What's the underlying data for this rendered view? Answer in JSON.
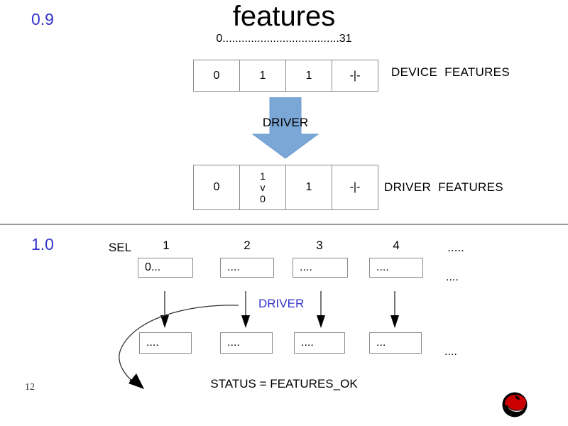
{
  "slide": {
    "title": "features",
    "page_number": "12",
    "logo_name": "red-hat-shadowman-logo"
  },
  "colors": {
    "version_blue": "#3333cc",
    "arrow_blue": "#7BA7D7",
    "arrow_blue_dark": "#5B8CC0",
    "box_border": "#8a8a8a",
    "divider": "#9a9a9a",
    "logo_red": "#cc0000",
    "logo_black": "#000000"
  },
  "section_legacy": {
    "version": "0.9",
    "bit_ruler": "0.....................................31",
    "device_table": {
      "label": "DEVICE  FEATURES",
      "cells": [
        "0",
        "1",
        "1",
        "-|-"
      ]
    },
    "transform": {
      "arrow_name": "driver-transform-arrow",
      "label": "DRIVER"
    },
    "driver_table": {
      "label": "DRIVER  FEATURES",
      "cells": [
        "0",
        "1\nv\n0",
        "1",
        "-|-"
      ],
      "cell_0": "0",
      "cell_1_lines": [
        "1",
        "v",
        "0"
      ],
      "cell_2": "1",
      "cell_3": "-|-"
    }
  },
  "section_modern": {
    "version": "1.0",
    "headers": {
      "sel": "SEL",
      "cols": [
        "1",
        "2",
        "3",
        "4"
      ],
      "more": "....."
    },
    "top_row": {
      "boxes": [
        "0...",
        "....",
        "....",
        "...."
      ],
      "trailing_dots": "...."
    },
    "transform": {
      "label": "DRIVER",
      "arrow_names": [
        "down-arrow-1",
        "down-arrow-2",
        "down-arrow-3",
        "down-arrow-4"
      ]
    },
    "bottom_row": {
      "boxes": [
        "....",
        "....",
        "....",
        "..."
      ],
      "trailing_dots": "...."
    },
    "feedback_arrow_name": "feedback-curved-arrow",
    "status": "STATUS = FEATURES_OK"
  }
}
